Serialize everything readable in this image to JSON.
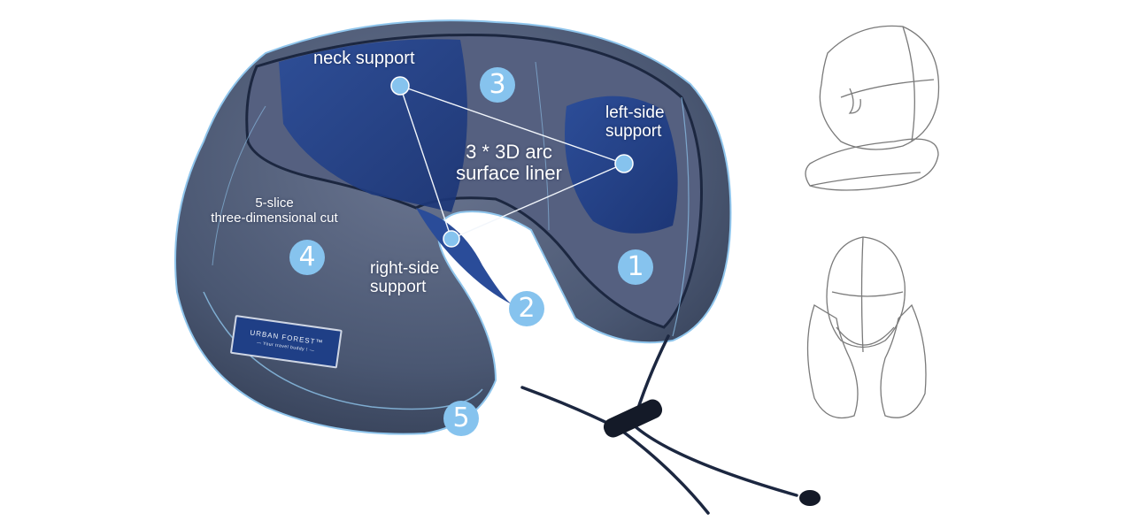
{
  "labels": {
    "neck_support": "neck support",
    "left_side": [
      "left-side",
      "support"
    ],
    "arc_liner": [
      "3 * 3D arc",
      "surface liner"
    ],
    "slice_cut": [
      "5-slice",
      "three-dimensional cut"
    ],
    "right_side": [
      "right-side",
      "support"
    ]
  },
  "badges": [
    "1",
    "2",
    "3",
    "4",
    "5"
  ],
  "brand": {
    "name": "URBAN FOREST™",
    "tagline": "— Your travel buddy ! —"
  },
  "colors": {
    "fabric": "#4a5772",
    "fabric_light": "#6a7590",
    "liner_blue": "#1f3f86",
    "accent": "#8fc5ec",
    "badge": "#86c3ee",
    "cord": "#1c2740",
    "sketch": "#7a7a7a"
  }
}
